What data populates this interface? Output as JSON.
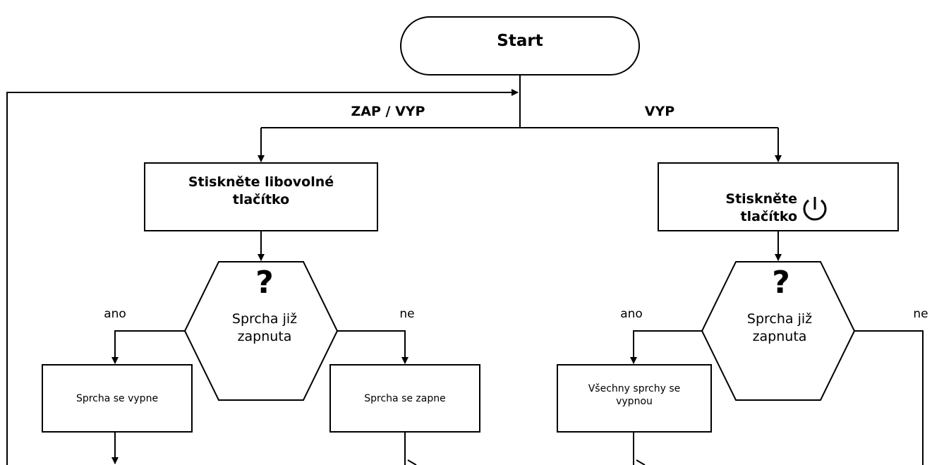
{
  "start": {
    "label": "Start"
  },
  "branches": {
    "left": "ZAP / VYP",
    "right": "VYP"
  },
  "left_column": {
    "action": {
      "line1": "Stiskněte libovolné",
      "line2": "tlačítko"
    },
    "decision": {
      "symbol": "?",
      "line1": "Sprcha již",
      "line2": "zapnuta"
    },
    "yes_label": "ano",
    "no_label": "ne",
    "yes_result": "Sprcha se vypne",
    "no_result": "Sprcha se zapne"
  },
  "right_column": {
    "action": {
      "text": "Stiskněte tlačítko",
      "icon": "power-icon"
    },
    "decision": {
      "symbol": "?",
      "line1": "Sprcha již",
      "line2": "zapnuta"
    },
    "yes_label": "ano",
    "no_label": "ne",
    "yes_result": {
      "line1": "Všechny sprchy se",
      "line2": "vypnou"
    }
  },
  "colors": {
    "stroke": "#000000",
    "background": "#ffffff"
  }
}
